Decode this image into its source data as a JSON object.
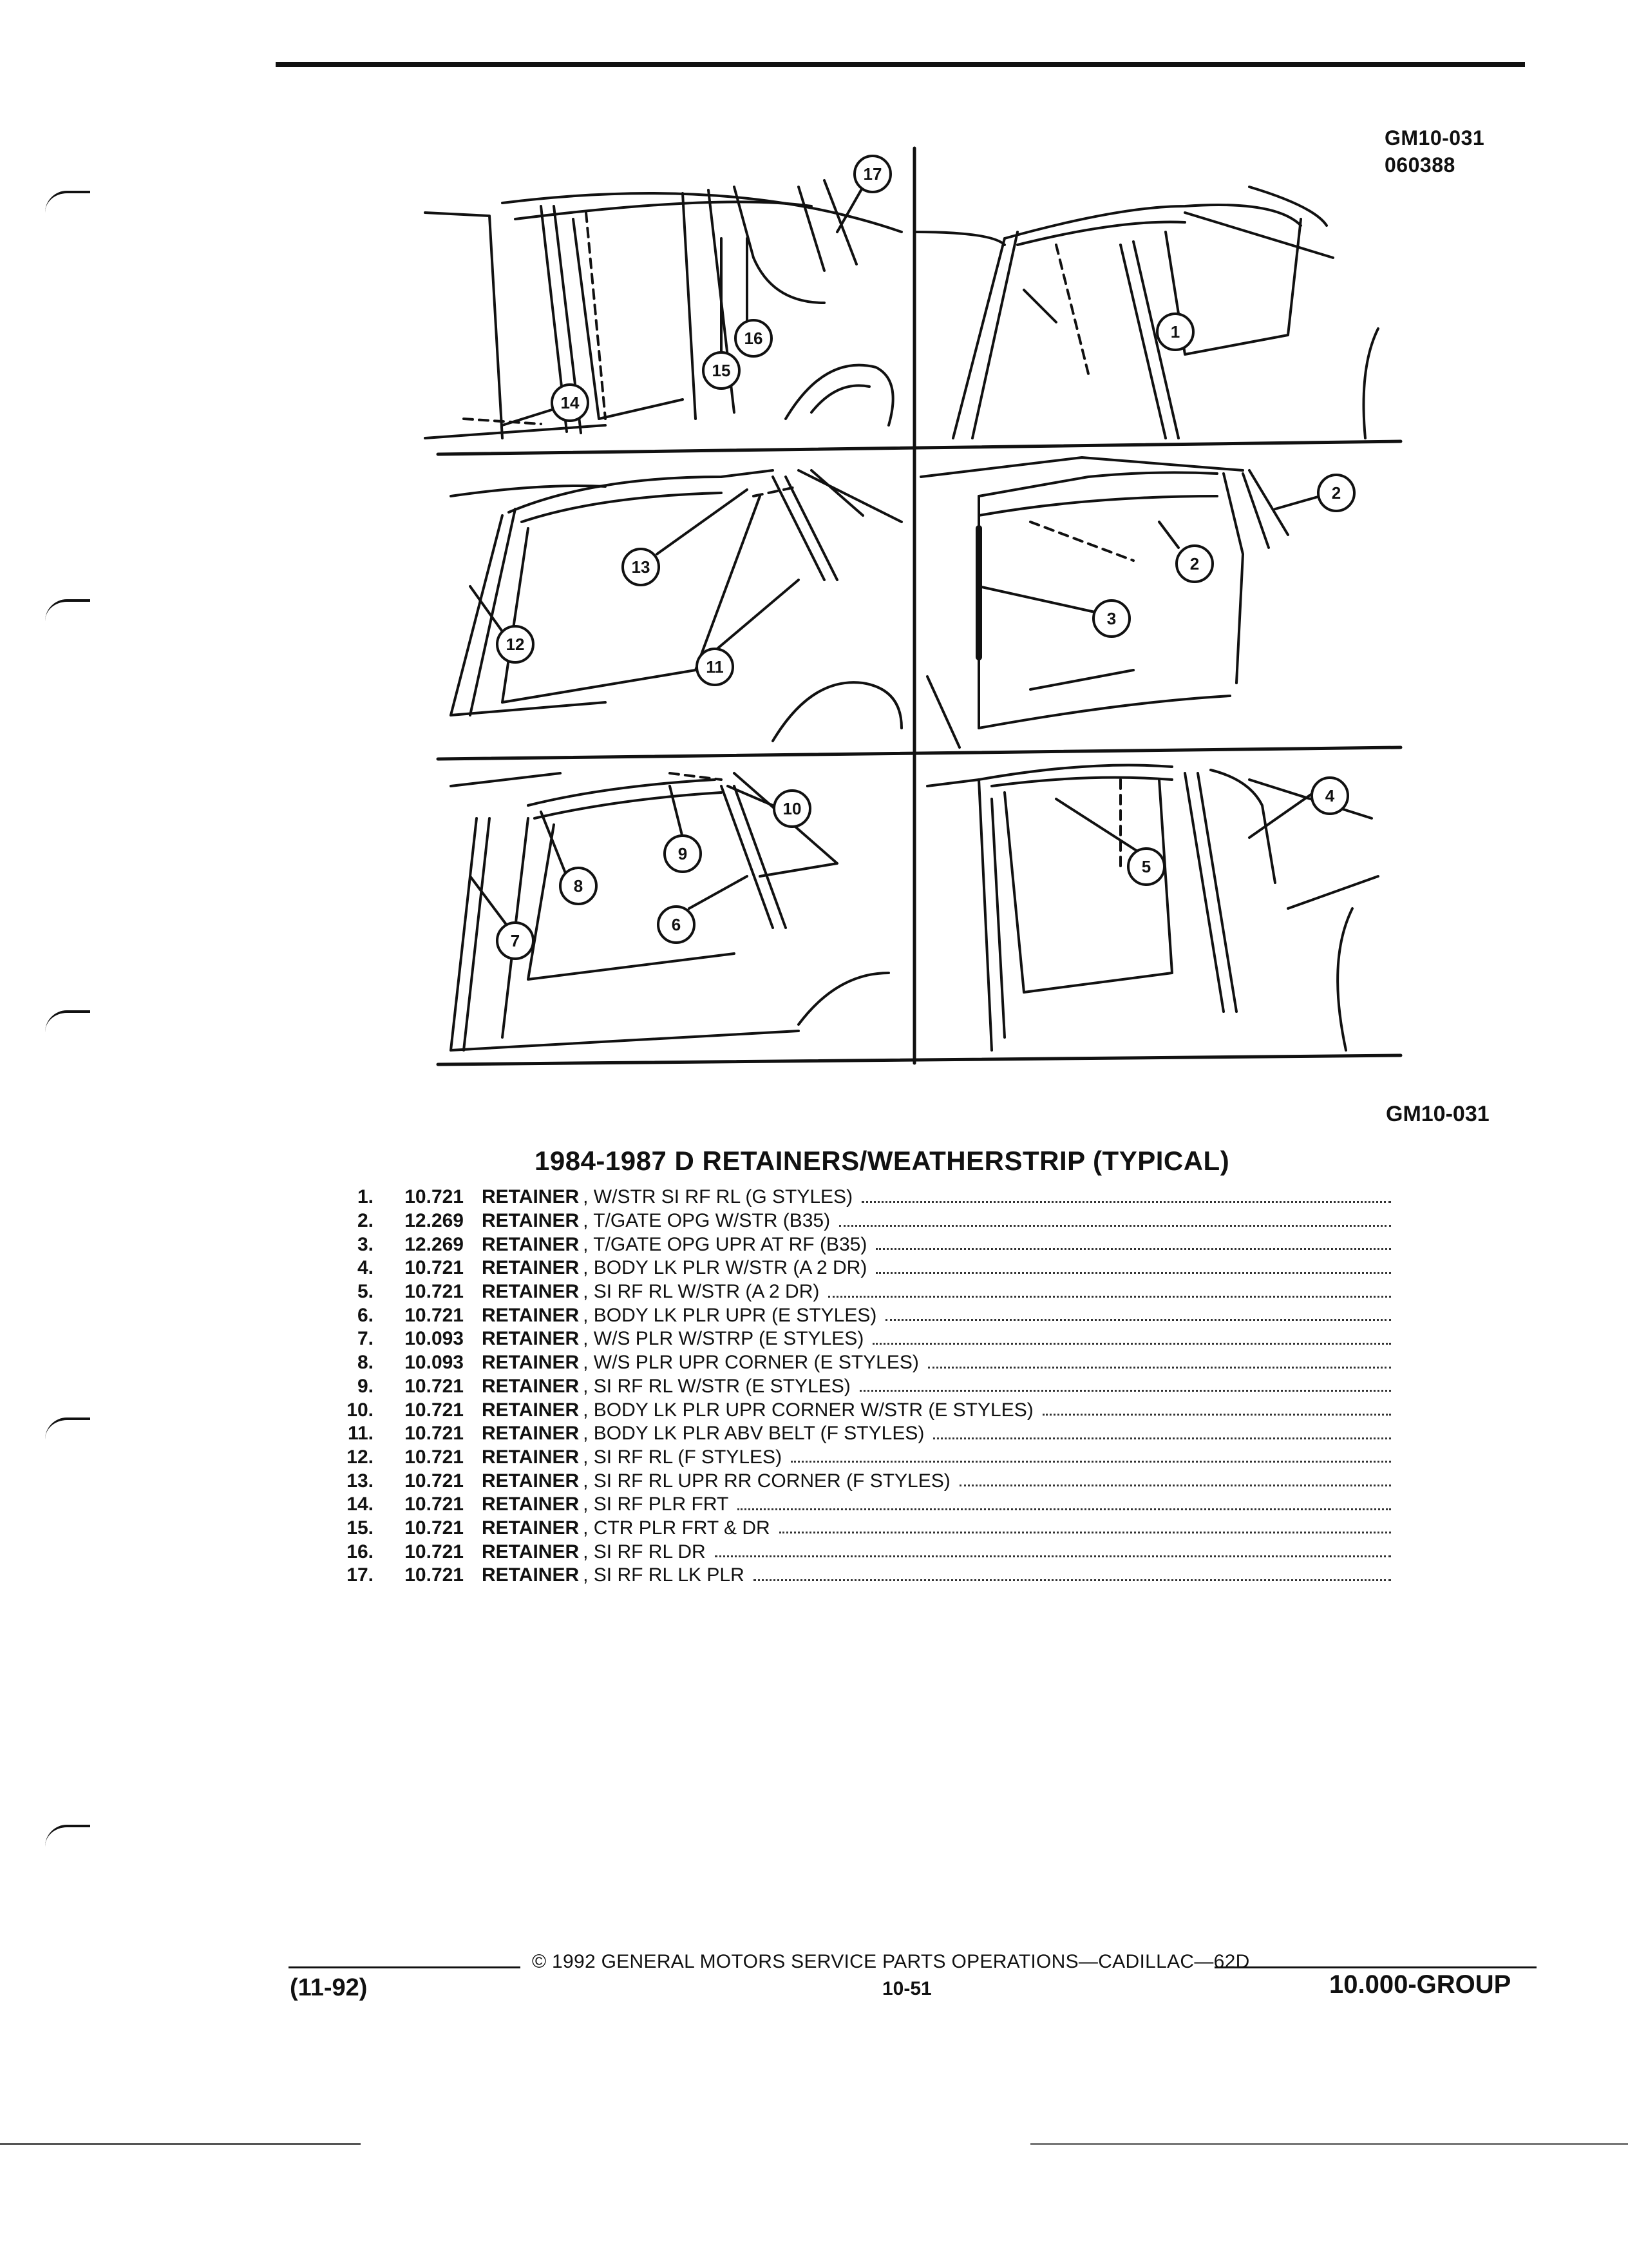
{
  "header": {
    "figure_code": "GM10-031",
    "figure_date": "060388",
    "figure_ref": "GM10-031"
  },
  "title": "1984-1987 D RETAINERS/WEATHERSTRIP (TYPICAL)",
  "callouts": [
    "1",
    "2",
    "3",
    "4",
    "5",
    "6",
    "7",
    "8",
    "9",
    "10",
    "11",
    "12",
    "13",
    "14",
    "15",
    "16",
    "17"
  ],
  "parts": [
    {
      "num": "1.",
      "group": "10.721",
      "name": "RETAINER",
      "desc": ", W/STR SI RF RL (G STYLES)"
    },
    {
      "num": "2.",
      "group": "12.269",
      "name": "RETAINER",
      "desc": ", T/GATE OPG W/STR (B35)"
    },
    {
      "num": "3.",
      "group": "12.269",
      "name": "RETAINER",
      "desc": ", T/GATE OPG UPR AT RF (B35)"
    },
    {
      "num": "4.",
      "group": "10.721",
      "name": "RETAINER",
      "desc": ", BODY LK PLR W/STR (A 2 DR)"
    },
    {
      "num": "5.",
      "group": "10.721",
      "name": "RETAINER",
      "desc": ", SI RF RL W/STR (A 2 DR)"
    },
    {
      "num": "6.",
      "group": "10.721",
      "name": "RETAINER",
      "desc": ", BODY LK PLR UPR (E STYLES)"
    },
    {
      "num": "7.",
      "group": "10.093",
      "name": "RETAINER",
      "desc": ", W/S PLR W/STRP (E STYLES)"
    },
    {
      "num": "8.",
      "group": "10.093",
      "name": "RETAINER",
      "desc": ", W/S PLR UPR CORNER (E STYLES)"
    },
    {
      "num": "9.",
      "group": "10.721",
      "name": "RETAINER",
      "desc": ", SI RF RL W/STR (E STYLES)"
    },
    {
      "num": "10.",
      "group": "10.721",
      "name": "RETAINER",
      "desc": ", BODY LK PLR UPR CORNER W/STR (E STYLES)"
    },
    {
      "num": "11.",
      "group": "10.721",
      "name": "RETAINER",
      "desc": ", BODY LK PLR ABV BELT (F STYLES)"
    },
    {
      "num": "12.",
      "group": "10.721",
      "name": "RETAINER",
      "desc": ", SI RF RL (F STYLES)"
    },
    {
      "num": "13.",
      "group": "10.721",
      "name": "RETAINER",
      "desc": ", SI RF RL UPR RR CORNER (F STYLES)"
    },
    {
      "num": "14.",
      "group": "10.721",
      "name": "RETAINER",
      "desc": ", SI RF PLR FRT"
    },
    {
      "num": "15.",
      "group": "10.721",
      "name": "RETAINER",
      "desc": ", CTR PLR FRT & DR"
    },
    {
      "num": "16.",
      "group": "10.721",
      "name": "RETAINER",
      "desc": ", SI RF RL DR"
    },
    {
      "num": "17.",
      "group": "10.721",
      "name": "RETAINER",
      "desc": ", SI RF RL LK PLR"
    }
  ],
  "footer": {
    "copyright": "© 1992 GENERAL MOTORS SERVICE PARTS OPERATIONS—CADILLAC—62D",
    "page": "10-51",
    "date": "(11-92)",
    "group": "10.000-GROUP"
  }
}
